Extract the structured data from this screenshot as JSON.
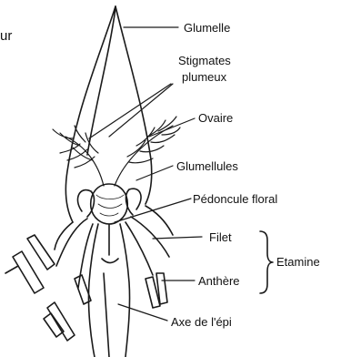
{
  "figure": {
    "partial_text": "ur",
    "labels": {
      "glumelle": "Glumelle",
      "stigmates": "Stigmates",
      "plumeux": "plumeux",
      "ovaire": "Ovaire",
      "glumellules": "Glumellules",
      "pedoncule": "Pédoncule floral",
      "filet": "Filet",
      "anthere": "Anthère",
      "etamine": "Etamine",
      "axe": "Axe de l'épi"
    }
  },
  "colors": {
    "ink": "#1a1a1a",
    "background": "#ffffff"
  }
}
